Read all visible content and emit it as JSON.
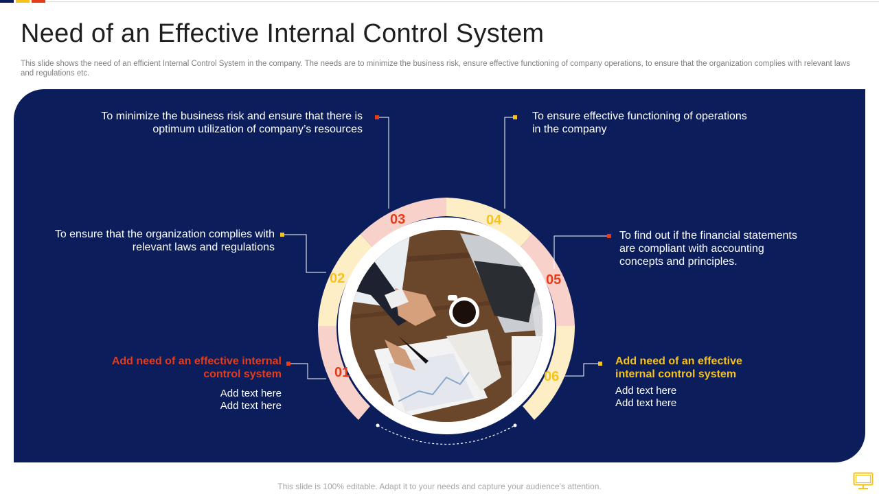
{
  "slide": {
    "title": "Need of an Effective Internal Control System",
    "subtitle": "This slide shows the need of an efficient Internal Control System in the company. The needs are to minimize the business risk, ensure effective functioning of company operations, to ensure that the organization complies with relevant laws and regulations etc.",
    "footer": "This slide is 100% editable. Adapt it to your needs and capture your audience’s attention."
  },
  "colors": {
    "navy": "#0b1d5b",
    "red": "#e63b19",
    "yellow": "#f7c219",
    "pink": "#f9d1cb",
    "cream": "#fdeec6"
  },
  "items": {
    "n01": {
      "number": "01",
      "heading_line1": "Add need of an effective internal",
      "heading_line2": "control system",
      "text_line1": "Add text here",
      "text_line2": "Add text here"
    },
    "n02": {
      "number": "02",
      "line1": "To ensure that the organization complies with",
      "line2": "relevant laws and regulations"
    },
    "n03": {
      "number": "03",
      "line1": "To minimize the business risk and ensure that there is",
      "line2": "optimum utilization of company’s resources"
    },
    "n04": {
      "number": "04",
      "line1": "To ensure effective functioning  of operations",
      "line2": "in the company"
    },
    "n05": {
      "number": "05",
      "line1": "To find out if the financial statements",
      "line2": "are compliant with accounting",
      "line3": "concepts and principles."
    },
    "n06": {
      "number": "06",
      "heading_line1": "Add need of an effective",
      "heading_line2": "internal control system",
      "text_line1": "Add text here",
      "text_line2": "Add text here"
    }
  },
  "icons": {
    "monitor": "monitor-icon",
    "photo": "business-desk-photo"
  }
}
